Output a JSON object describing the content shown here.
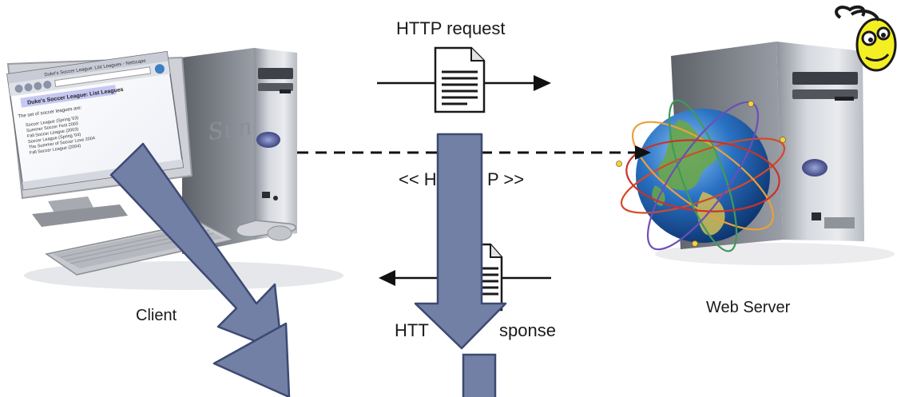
{
  "labels": {
    "http_request": "HTTP request",
    "http_protocol_partial_left": "<< H",
    "http_protocol_partial_right": "P >>",
    "client": "Client",
    "web_server": "Web Server",
    "http_response_partial_left": "HTT",
    "http_response_partial_right": "sponse"
  },
  "screen_text": {
    "window_title": "Duke's Soccer League: List Leagues - Netscape",
    "page_heading": "Duke's Soccer League: List Leagues",
    "intro": "The set of soccer leagues are:",
    "items": [
      "Soccer League (Spring '03)",
      "Summer Soccer Fest 2003",
      "Fall Soccer League (2003)",
      "Soccer League (Spring '04)",
      "The Summer of Soccer Love 2004",
      "Fall Soccer League (2004)"
    ],
    "case_brand": "Sun"
  },
  "colors": {
    "overlay_arrow_fill": "#7280a6",
    "overlay_arrow_stroke": "#3c4a73",
    "case_body": "#cdd0d6",
    "monitor_bezel": "#d8d9dd",
    "globe_ocean": "#1f5fb0",
    "land_green": "#6aa64a",
    "orbit_colors": [
      "#d24a2c",
      "#e8a23a",
      "#3f9b57",
      "#6b4fb8",
      "#c8332a"
    ]
  },
  "icons": [
    "document-icon",
    "globe-icon",
    "cartoon-face-icon",
    "desktop-computer-icon",
    "server-tower-icon",
    "mouse-icon",
    "keyboard-icon"
  ]
}
